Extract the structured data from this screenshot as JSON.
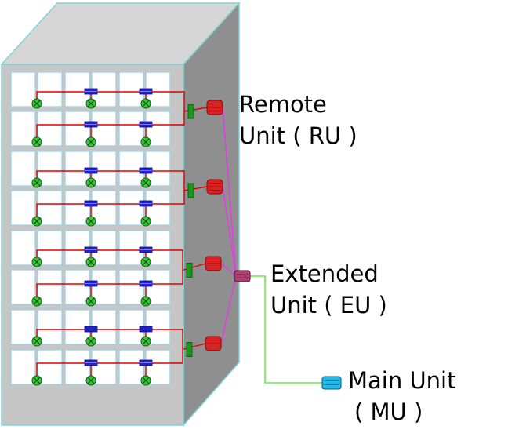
{
  "labels": {
    "ru_line1": "Remote",
    "ru_line2": "Unit ( RU )",
    "eu_line1": "Extended",
    "eu_line2": "Unit ( EU )",
    "mu_line1": "Main Unit",
    "mu_line2": "( MU )"
  },
  "colors": {
    "building_front": "#c6c6c6",
    "building_top": "#d6d6d6",
    "building_side": "#8f8f8f",
    "building_edge": "#7fd4d8",
    "window_fill": "#ffffff",
    "window_border": "#9fd3e6",
    "cable_floor": "#e00000",
    "cable_fiber": "#e040e0",
    "cable_feed": "#66ee44",
    "antenna": "#33cc33",
    "splitter": "#2020d0",
    "coupler": "#1a9a1a",
    "remote_unit": "#e02020",
    "extended_unit": "#b04070",
    "main_unit": "#22b8e8"
  },
  "icons": {
    "antenna": "antenna-icon",
    "splitter": "splitter-icon",
    "coupler": "coupler-icon",
    "remote_unit": "remote-unit-icon",
    "extended_unit": "extended-unit-icon",
    "main_unit": "main-unit-icon"
  }
}
